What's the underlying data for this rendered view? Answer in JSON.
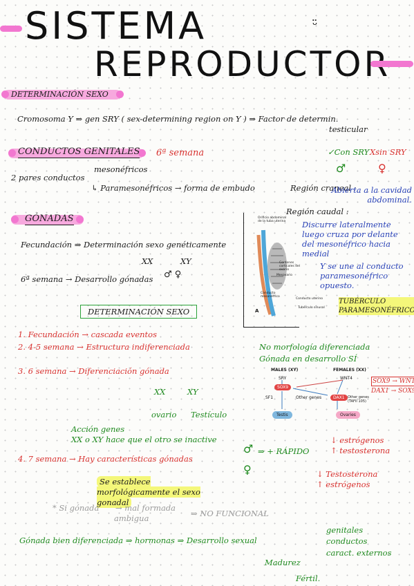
{
  "title": {
    "line1": "SISTEMA",
    "line2": "REPRODUCTOR",
    "doodle": "ᵕ̈"
  },
  "s1": {
    "heading": "DETERMINACIÓN SEXO",
    "line": "Cromosoma Y  ⇒ gen SRY   ( sex-determining region on Y )   ⇒ Factor de determin.",
    "line_cont": "testicular"
  },
  "s2": {
    "heading": "CONDUCTOS GENITALES",
    "week": "6ª semana",
    "pares": "2 pares conductos",
    "meso": "mesonéfricos",
    "paramesonef": "↳ Paramesonéfricos  → forma de embudo",
    "reg_cran": "Región craneal :",
    "reg_cran_val": "Abierta a la cavidad abdominal.",
    "reg_caudal": "Región caudal :",
    "reg_caudal_val": "Discurre lateralmente luego cruza por delante del mesonéfrico hacia medial",
    "reg_caudal_val2": "Y se une al conducto paramesonéfrico opuesto.",
    "tuberculo": "TUBÉRCULO PARAMESONÉFRICO",
    "con_sry": "✓Con SRY",
    "sin_sry": "Xsin SRY",
    "male": "♂",
    "female": "♀"
  },
  "diagram1": {
    "lbl_orificio": "Orificio abdominal de la tuba uterina",
    "lbl_cordones": "Cordones corticales del ovario",
    "lbl_mesovario": "Mesovario",
    "lbl_conducto_meso": "Conducto mesonéfrico",
    "lbl_conducto_uterino": "Conducto uterino",
    "lbl_tuberculo": "Tubérculo sinusal",
    "lbl_a": "A"
  },
  "s3": {
    "heading": "GÓNADAS",
    "fec": "Fecundación ⇒ Determinación sexo genéticamente",
    "xx": "XX",
    "xy": "XY",
    "semana6": "6ª semana → Desarrollo gónadas",
    "box": "DETERMINACIÓN SEXO",
    "p1": "1.  Fecundación → cascada eventos",
    "p2": "2.  4-5 semana → Estructura indiferenciada",
    "p2_r1": "No morfología diferenciada",
    "p2_r2": "Gónada en desarrollo SÍ",
    "p3": "3.  6 semana → Diferenciación gónada",
    "p3_xx": "XX",
    "p3_xy": "XY",
    "p3_ovario": "ovario",
    "p3_testiculo": "Testículo",
    "accion": "Acción genes",
    "accion2": "XX o XY hace que el otro se inactive",
    "p4": "4.  7 semana → Hay características gónadas",
    "rapido": "⇒ + RÁPIDO",
    "est1": "↓ estrógenos",
    "est2": "↑ testosterona",
    "test1": "↓ Testosterona",
    "test2": "↑ estrógenos",
    "hl": "Se establece morfológicamente el sexo gonadal",
    "si_gonada": "* Si gónada",
    "mal": "→ mal formada",
    "ambigua": "ambigua",
    "nofunc": "⇒ NO FUNCIONAL",
    "gonada_final": "Gónada bien diferenciada ⇒ hormonas ⇒ Desarrollo sexual",
    "genitales": "genitales",
    "conductos": "conductos",
    "caract": "caract. externos",
    "madurez": "Madurez",
    "fertil": "Fértil."
  },
  "diagram2": {
    "males": "MALES (XY)",
    "females": "FEMALES (XX)",
    "sry": "SRY",
    "wnt4": "WNT4",
    "sox9": "SOX9",
    "dax1": "DAX1",
    "sf1": "SF1",
    "other1": "Other genes",
    "other2": "Other genes (TAFII 105)",
    "testis": "Testis",
    "ovaries": "Ovaries",
    "note1": "SOX9 → WNT4",
    "note2": "DAX1 → SOX9"
  },
  "colors": {
    "pink": "#f277d0",
    "red": "#d8312f",
    "green": "#1f8a1f",
    "blue": "#2a43b8",
    "yellow": "#f4f77a"
  }
}
